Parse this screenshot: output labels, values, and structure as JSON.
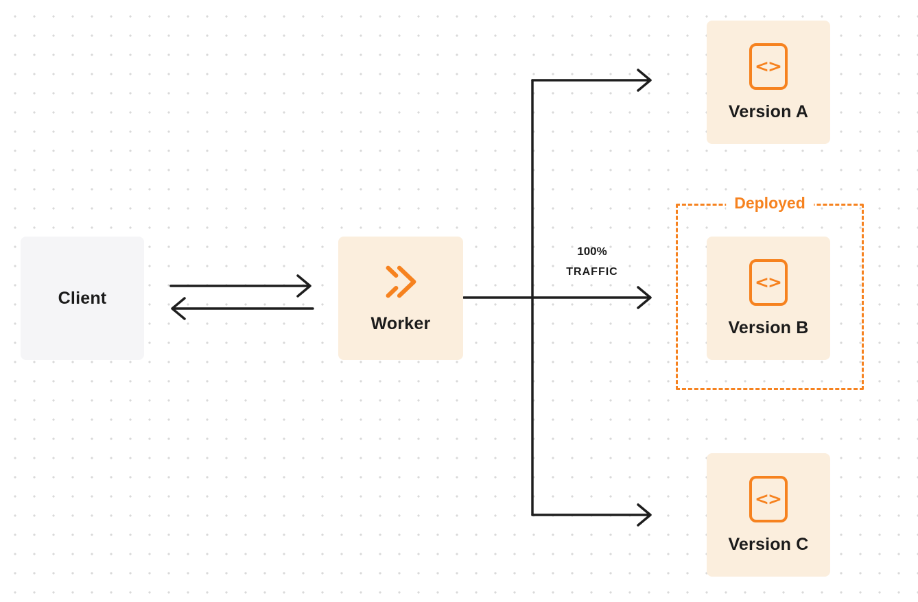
{
  "colors": {
    "orange": "#F6821F",
    "cream": "#FBEEDD",
    "client_bg": "#F5F5F7",
    "arrow": "#1E1E1E",
    "ink": "#1B1B1B"
  },
  "client": {
    "label": "Client"
  },
  "worker": {
    "label": "Worker"
  },
  "traffic": {
    "line1": "100%",
    "line2": "TRAFFIC"
  },
  "deployed": {
    "label": "Deployed"
  },
  "versions": [
    {
      "label": "Version A"
    },
    {
      "label": "Version B"
    },
    {
      "label": "Version C"
    }
  ],
  "icons": {
    "worker_icon": "workers-chevron-icon",
    "code_icon": "code-brackets-icon",
    "code_glyph": "<>"
  }
}
